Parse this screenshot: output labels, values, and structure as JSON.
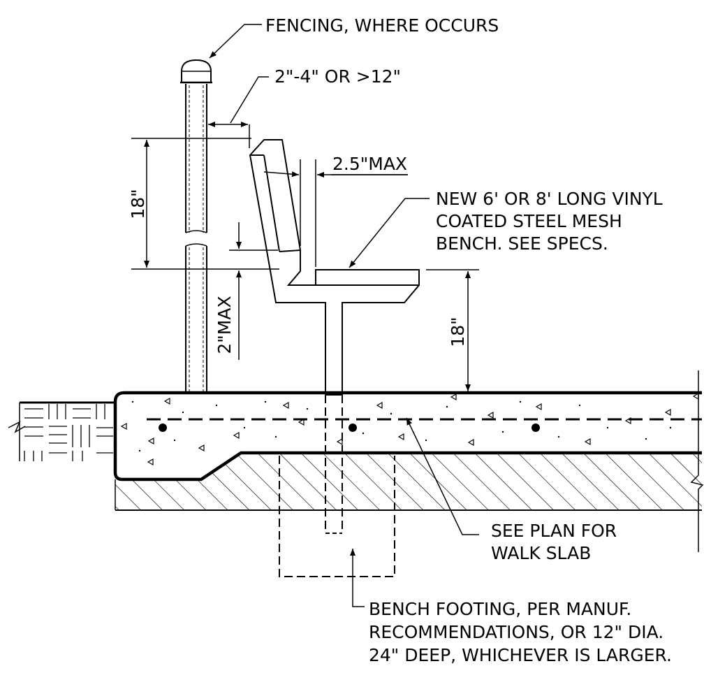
{
  "labels": {
    "fencing": "FENCING, WHERE OCCURS",
    "fence_gap": "2\"-4\" OR >12\"",
    "back_offset": "2.5\"MAX",
    "back_height": "18\"",
    "seat_gap": "2\"MAX",
    "seat_height": "18\"",
    "bench_note": [
      "NEW 6' OR 8' LONG VINYL",
      "COATED STEEL MESH",
      "BENCH. SEE SPECS."
    ],
    "walk_note": [
      "SEE PLAN FOR",
      "WALK SLAB"
    ],
    "footing_note": [
      "BENCH FOOTING, PER MANUF.",
      "RECOMMENDATIONS, OR 12\" DIA.",
      "24\" DEEP, WHICHEVER IS LARGER."
    ]
  }
}
